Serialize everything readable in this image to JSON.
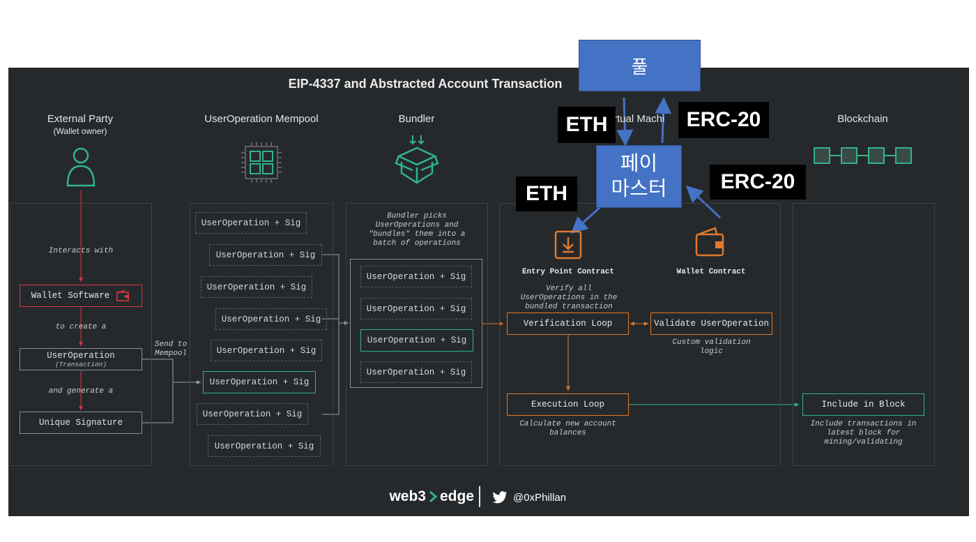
{
  "title": "EIP-4337 and Abstracted Account Transaction",
  "columns": {
    "external": {
      "title": "External Party",
      "subtitle": "(Wallet owner)"
    },
    "mempool": {
      "title": "UserOperation Mempool"
    },
    "bundler": {
      "title": "Bundler"
    },
    "evm": {
      "title": "rtual Machi"
    },
    "blockchain": {
      "title": "Blockchain"
    }
  },
  "external_flow": {
    "interacts": "Interacts with",
    "wallet_software": "Wallet Software",
    "to_create": "to create a",
    "userop": "UserOperation",
    "transaction": "(Transaction)",
    "and_generate": "and generate a",
    "signature": "Unique Signature",
    "send_to_1": "Send to",
    "send_to_2": "Mempool"
  },
  "mempool_items": [
    "UserOperation + Sig",
    "UserOperation + Sig",
    "UserOperation + Sig",
    "UserOperation + Sig",
    "UserOperation + Sig",
    "UserOperation + Sig",
    "UserOperation + Sig",
    "UserOperation + Sig"
  ],
  "bundler_note": [
    "Bundler picks",
    "UserOperations and",
    "\"bundles\" them into a",
    "batch of operations"
  ],
  "bundle_items": [
    "UserOperation + Sig",
    "UserOperation + Sig",
    "UserOperation + Sig",
    "UserOperation + Sig"
  ],
  "evm": {
    "entry_point": "Entry Point Contract",
    "wallet_contract": "Wallet Contract",
    "verify_note": [
      "Verify all",
      "UserOperations in the",
      "bundled transaction"
    ],
    "verification_loop": "Verification Loop",
    "validate": "Validate UserOperation",
    "custom_note": [
      "Custom validation",
      "logic"
    ],
    "execution_loop": "Execution Loop",
    "calc_note": [
      "Calculate new account",
      "balances"
    ]
  },
  "blockchain": {
    "include": "Include in Block",
    "include_note": [
      "Include transactions in",
      "latest block for",
      "mining/validating"
    ]
  },
  "footer": {
    "brand_left": "web3",
    "brand_right": "edge",
    "handle": "@0xPhillan"
  },
  "overlay": {
    "pool": "풀",
    "paymaster_1": "페이",
    "paymaster_2": "마스터",
    "eth_top": "ETH",
    "erc_top": "ERC-20",
    "eth_left": "ETH",
    "erc_right": "ERC-20"
  },
  "colors": {
    "panel": "#26292c",
    "green": "#2fb48e",
    "orange": "#e07a2c",
    "red": "#d9363e",
    "blue": "#4472c4"
  }
}
